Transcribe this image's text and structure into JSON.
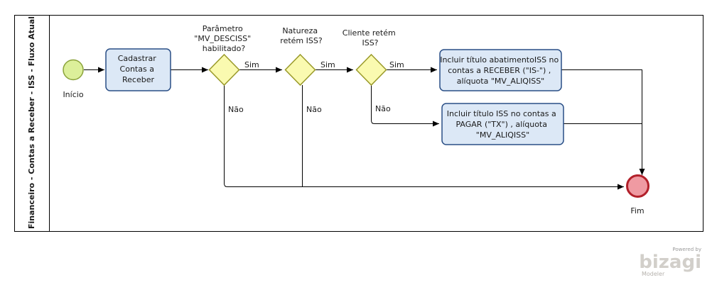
{
  "pool": {
    "title": "Financeiro - Contas a Receber - ISS - Fluxo Atual"
  },
  "events": {
    "start": {
      "label": "Início",
      "color": "#dcef9a"
    },
    "end": {
      "label": "Fim",
      "color": "#ef9aa2"
    }
  },
  "tasks": {
    "cadastrar": {
      "lines": [
        "Cadastrar",
        "Contas a",
        "Receber"
      ]
    },
    "incluir_abatimento": {
      "lines": [
        "Incluir título abatimentoISS no",
        "contas a RECEBER (\"IS-\") ,",
        "alíquota \"MV_ALIQISS\""
      ]
    },
    "incluir_pagar": {
      "lines": [
        "Incluir título ISS no contas a",
        "PAGAR  (\"TX\") , alíquota",
        "\"MV_ALIQISS\""
      ]
    }
  },
  "gateways": {
    "param": {
      "lines": [
        "Parâmetro",
        "\"MV_DESCISS\"",
        "habilitado?"
      ]
    },
    "natureza": {
      "lines": [
        "Natureza",
        "retém ISS?"
      ]
    },
    "cliente": {
      "lines": [
        "Cliente retém",
        "ISS?"
      ]
    }
  },
  "flow_labels": {
    "sim1": "Sim",
    "sim2": "Sim",
    "sim3": "Sim",
    "nao1": "Não",
    "nao2": "Não",
    "nao3": "Não"
  },
  "branding": {
    "powered": "Powered by",
    "name": "bizagi",
    "sub": "Modeler"
  },
  "colors": {
    "task_fill": "#dce8f6",
    "task_stroke": "#2a4f86",
    "gateway_fill": "#fafab0",
    "gateway_stroke": "#9a9a2a",
    "line": "#000000"
  }
}
